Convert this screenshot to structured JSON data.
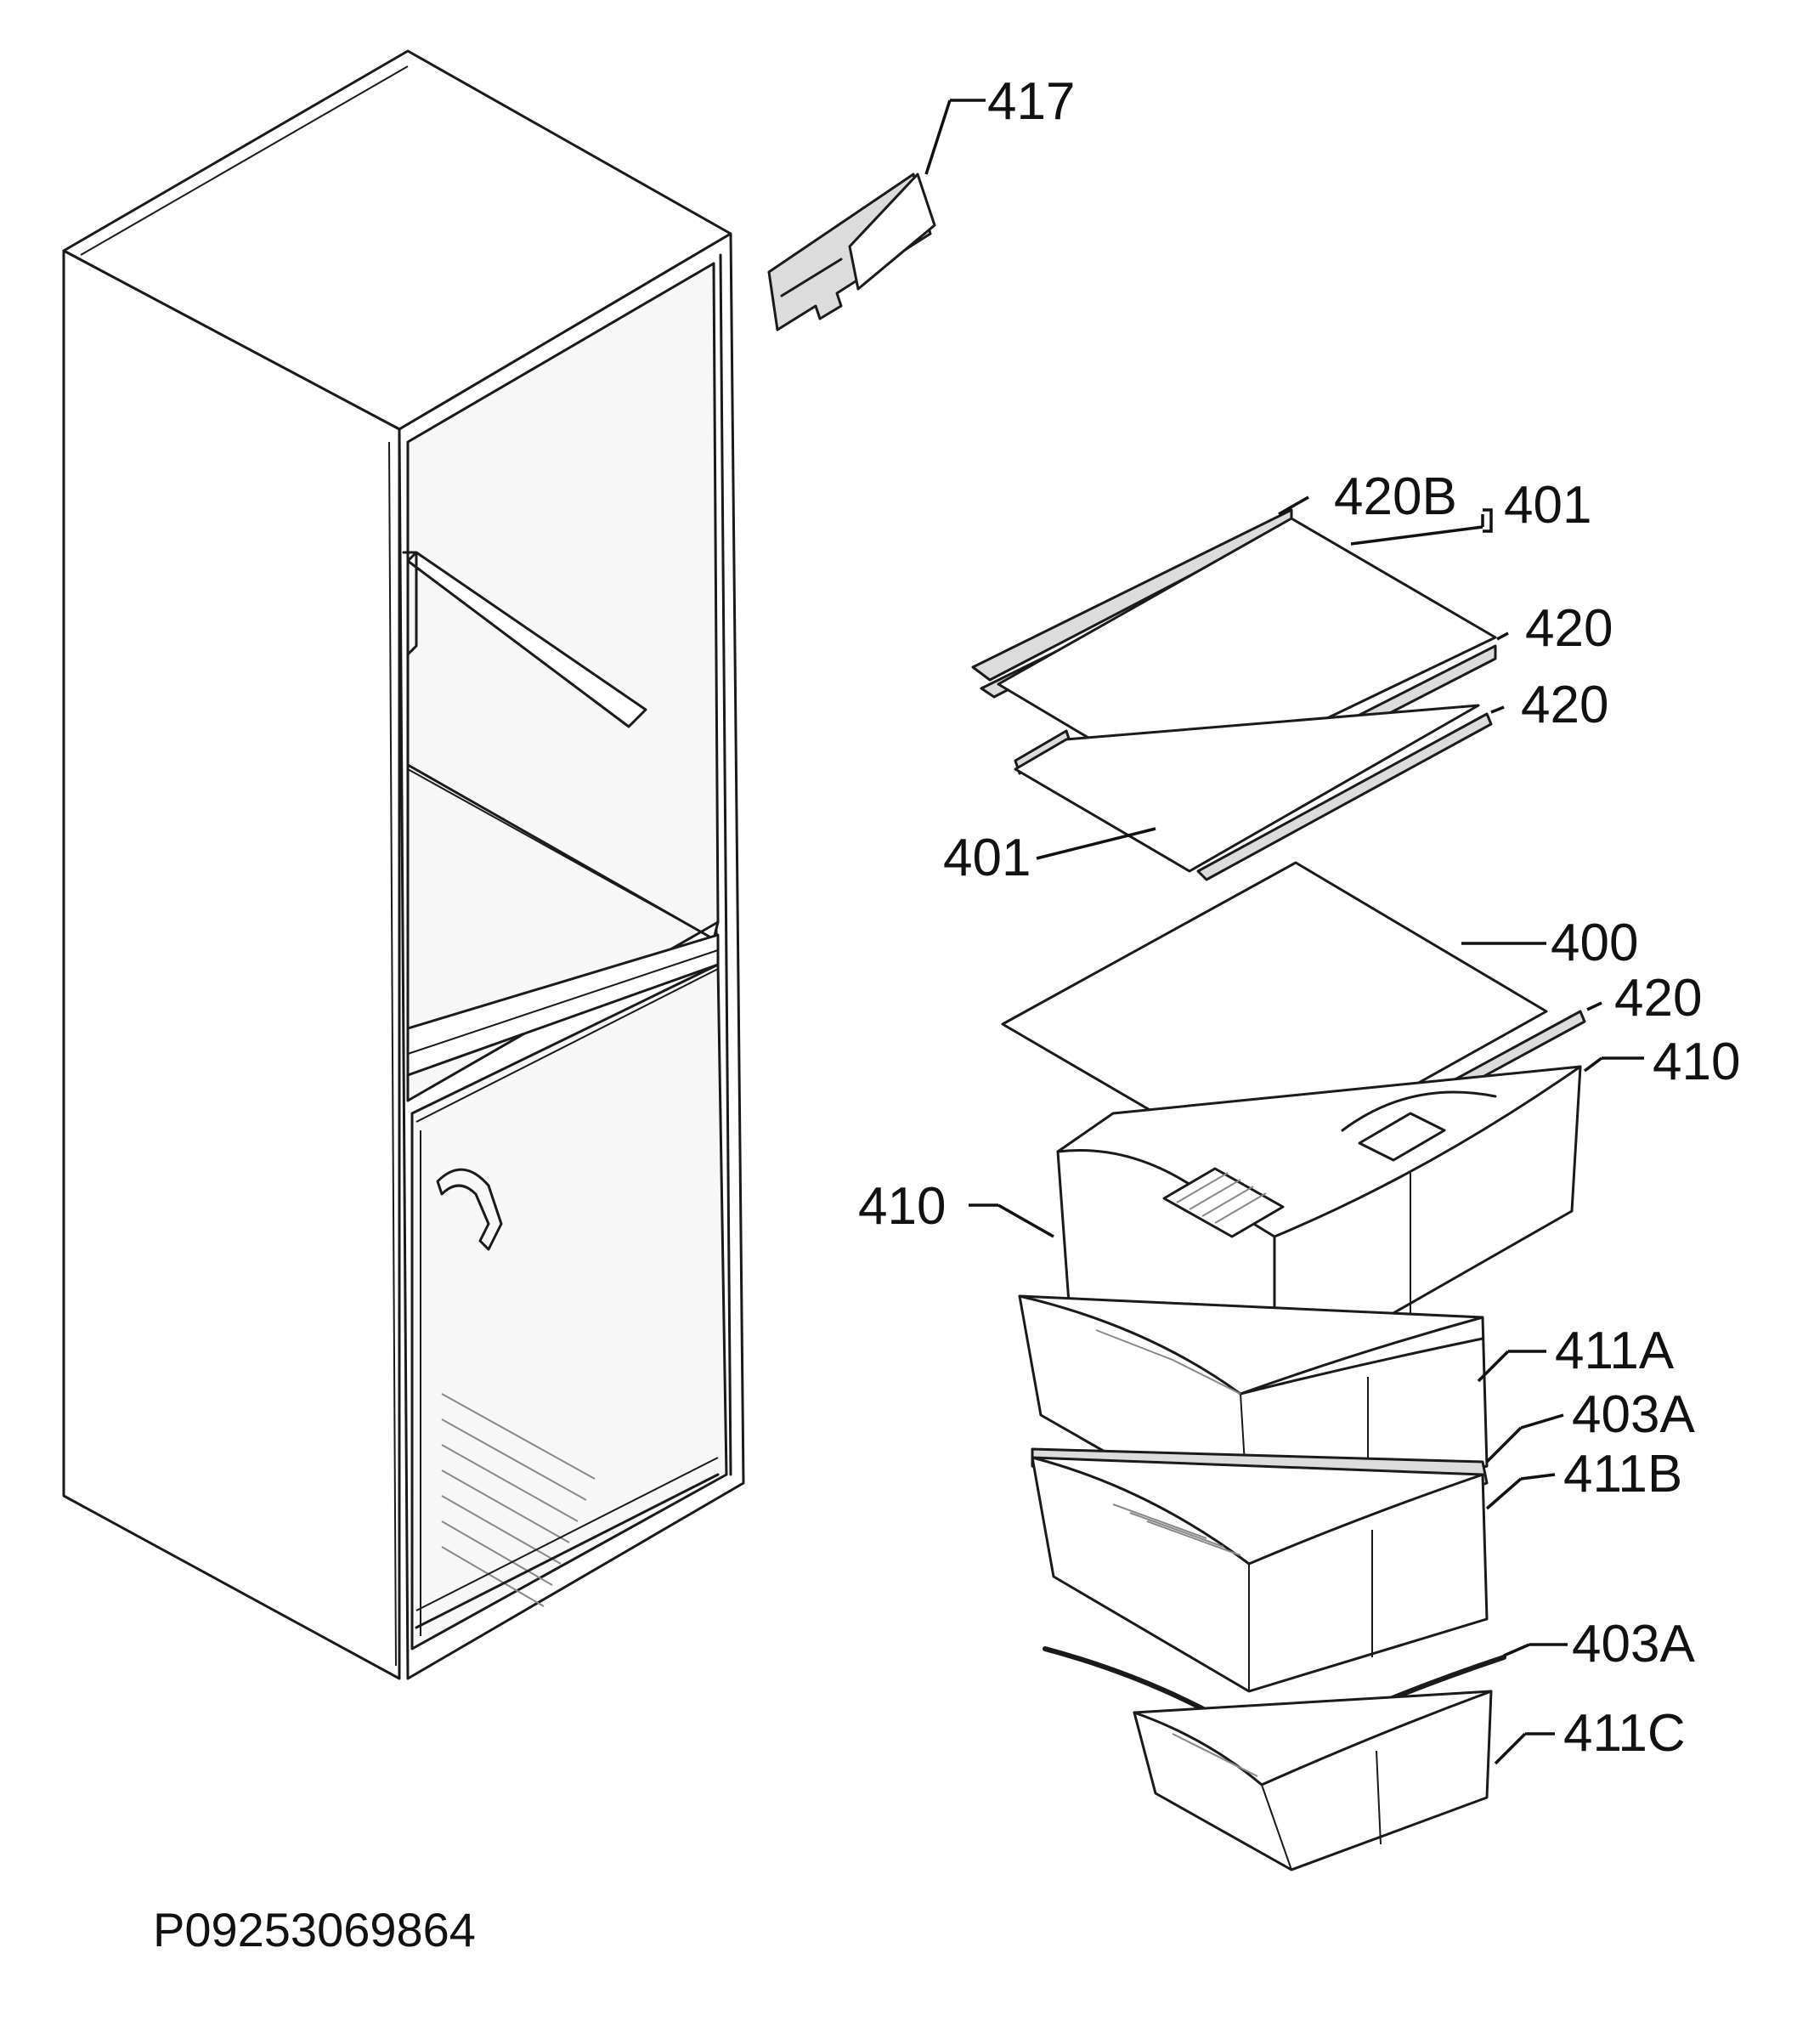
{
  "diagram": {
    "part_number": "P09253069864",
    "callouts": {
      "c417": "417",
      "c420b": "420B",
      "c401_top": "401",
      "c420_a": "420",
      "c420_b": "420",
      "c401_mid": "401",
      "c400": "400",
      "c420_c": "420",
      "c410_right": "410",
      "c410_left": "410",
      "c411a": "411A",
      "c403a_top": "403A",
      "c411b": "411B",
      "c403a_bottom": "403A",
      "c411c": "411C"
    }
  }
}
